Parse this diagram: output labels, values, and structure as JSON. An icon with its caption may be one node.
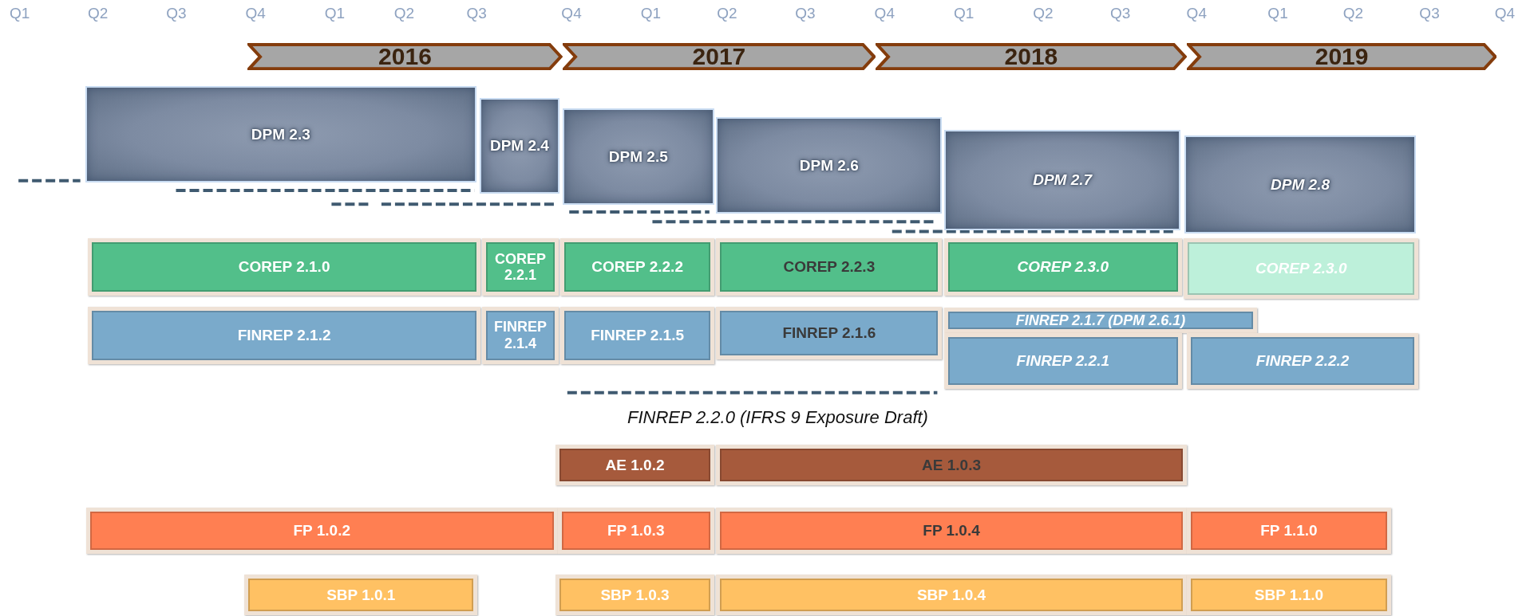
{
  "diagram": {
    "nodes": [
      {
        "text": [
          "2016"
        ]
      },
      {
        "text": [
          "2017"
        ]
      },
      {
        "text": [
          "2018"
        ]
      },
      {
        "text": [
          "2019"
        ]
      },
      {
        "text": [
          "DPM 2.3"
        ]
      },
      {
        "text": [
          "DPM 2.4"
        ]
      },
      {
        "text": [
          "DPM 2.5"
        ]
      },
      {
        "text": [
          "DPM 2.6"
        ]
      },
      {
        "text": [
          "DPM 2.7"
        ]
      },
      {
        "text": [
          "DPM 2.8"
        ]
      },
      {
        "text": [
          "COREP 2.1.0"
        ]
      },
      {
        "text": [
          "COREP 2.2.1"
        ]
      },
      {
        "text": [
          "COREP 2.2.2"
        ]
      },
      {
        "text": [
          "COREP 2.2.3"
        ]
      },
      {
        "text": [
          "COREP 2.3.0"
        ]
      },
      {
        "text": [
          "COREP 2.3.0"
        ]
      },
      {
        "text": [
          "FINREP 2.1.2"
        ]
      },
      {
        "text": [
          "FINREP 2.1.4"
        ]
      },
      {
        "text": [
          "FINREP 2.1.5"
        ]
      },
      {
        "text": [
          "FINREP 2.1.6"
        ]
      },
      {
        "text": [
          "FINREP 2.1.7 (DPM 2.6.1)"
        ]
      },
      {
        "text": [
          "FINREP 2.2.1"
        ]
      },
      {
        "text": [
          "FINREP 2.2.2"
        ]
      },
      {
        "text": [
          "AE 1.0.2"
        ]
      },
      {
        "text": [
          "AE 1.0.3"
        ]
      },
      {
        "text": [
          "FP 1.0.2"
        ]
      },
      {
        "text": [
          "FP 1.0.3"
        ]
      },
      {
        "text": [
          "FP 1.0.4"
        ]
      },
      {
        "text": [
          "FP 1.1.0"
        ]
      },
      {
        "text": [
          "SBP 1.0.1"
        ]
      },
      {
        "text": [
          "SBP 1.0.3"
        ]
      },
      {
        "text": [
          "SBP 1.0.4"
        ]
      },
      {
        "text": [
          "SBP 1.1.0"
        ]
      }
    ],
    "edges": [],
    "labels": [
      "Q1",
      "Q2",
      "Q3",
      "Q4",
      "Q1",
      "Q2",
      "Q3",
      "Q4",
      "Q1",
      "Q2",
      "Q3",
      "Q4",
      "Q1",
      "Q2",
      "Q3",
      "Q4",
      "Q1",
      "Q2",
      "Q3",
      "Q4",
      "FINREP 2.2.0 (IFRS 9 Exposure Draft)"
    ]
  }
}
